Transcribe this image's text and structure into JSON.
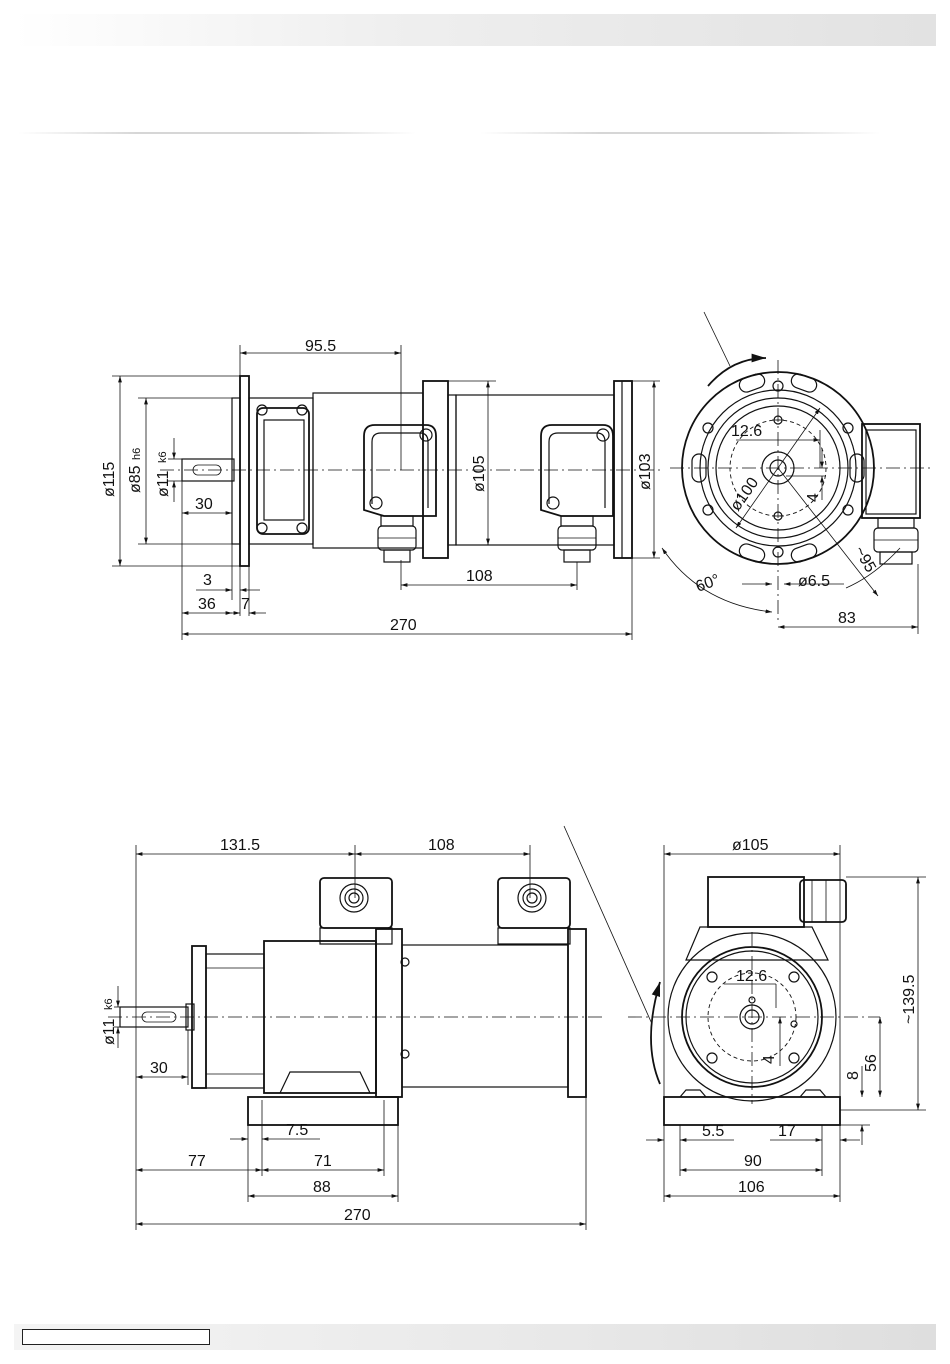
{
  "dimensions": {
    "top_side": {
      "d95_5": "95.5",
      "d115": "ø115",
      "d85": "ø85",
      "d85_tol": "h6",
      "d11": "ø11",
      "d11_tol": "k6",
      "d30": "30",
      "d3": "3",
      "d36": "36",
      "d7": "7",
      "d270": "270",
      "d105": "ø105",
      "d103": "ø103",
      "d108": "108"
    },
    "top_end": {
      "d12_6": "12.6",
      "d100": "ø100",
      "d4": "4",
      "d95": "~95",
      "d60": "60°",
      "d6_5": "ø6.5",
      "d83": "83"
    },
    "bottom_side": {
      "d131_5": "131.5",
      "d108": "108",
      "d11": "ø11",
      "d11_tol": "k6",
      "d30": "30",
      "d7_5": "7.5",
      "d77": "77",
      "d71": "71",
      "d88": "88",
      "d270": "270"
    },
    "bottom_end": {
      "d105": "ø105",
      "d12_6": "12.6",
      "d4": "4",
      "d139_5": "~139.5",
      "d56": "56",
      "d8": "8",
      "d5_5": "5.5",
      "d17": "17",
      "d90": "90",
      "d106": "106"
    }
  }
}
